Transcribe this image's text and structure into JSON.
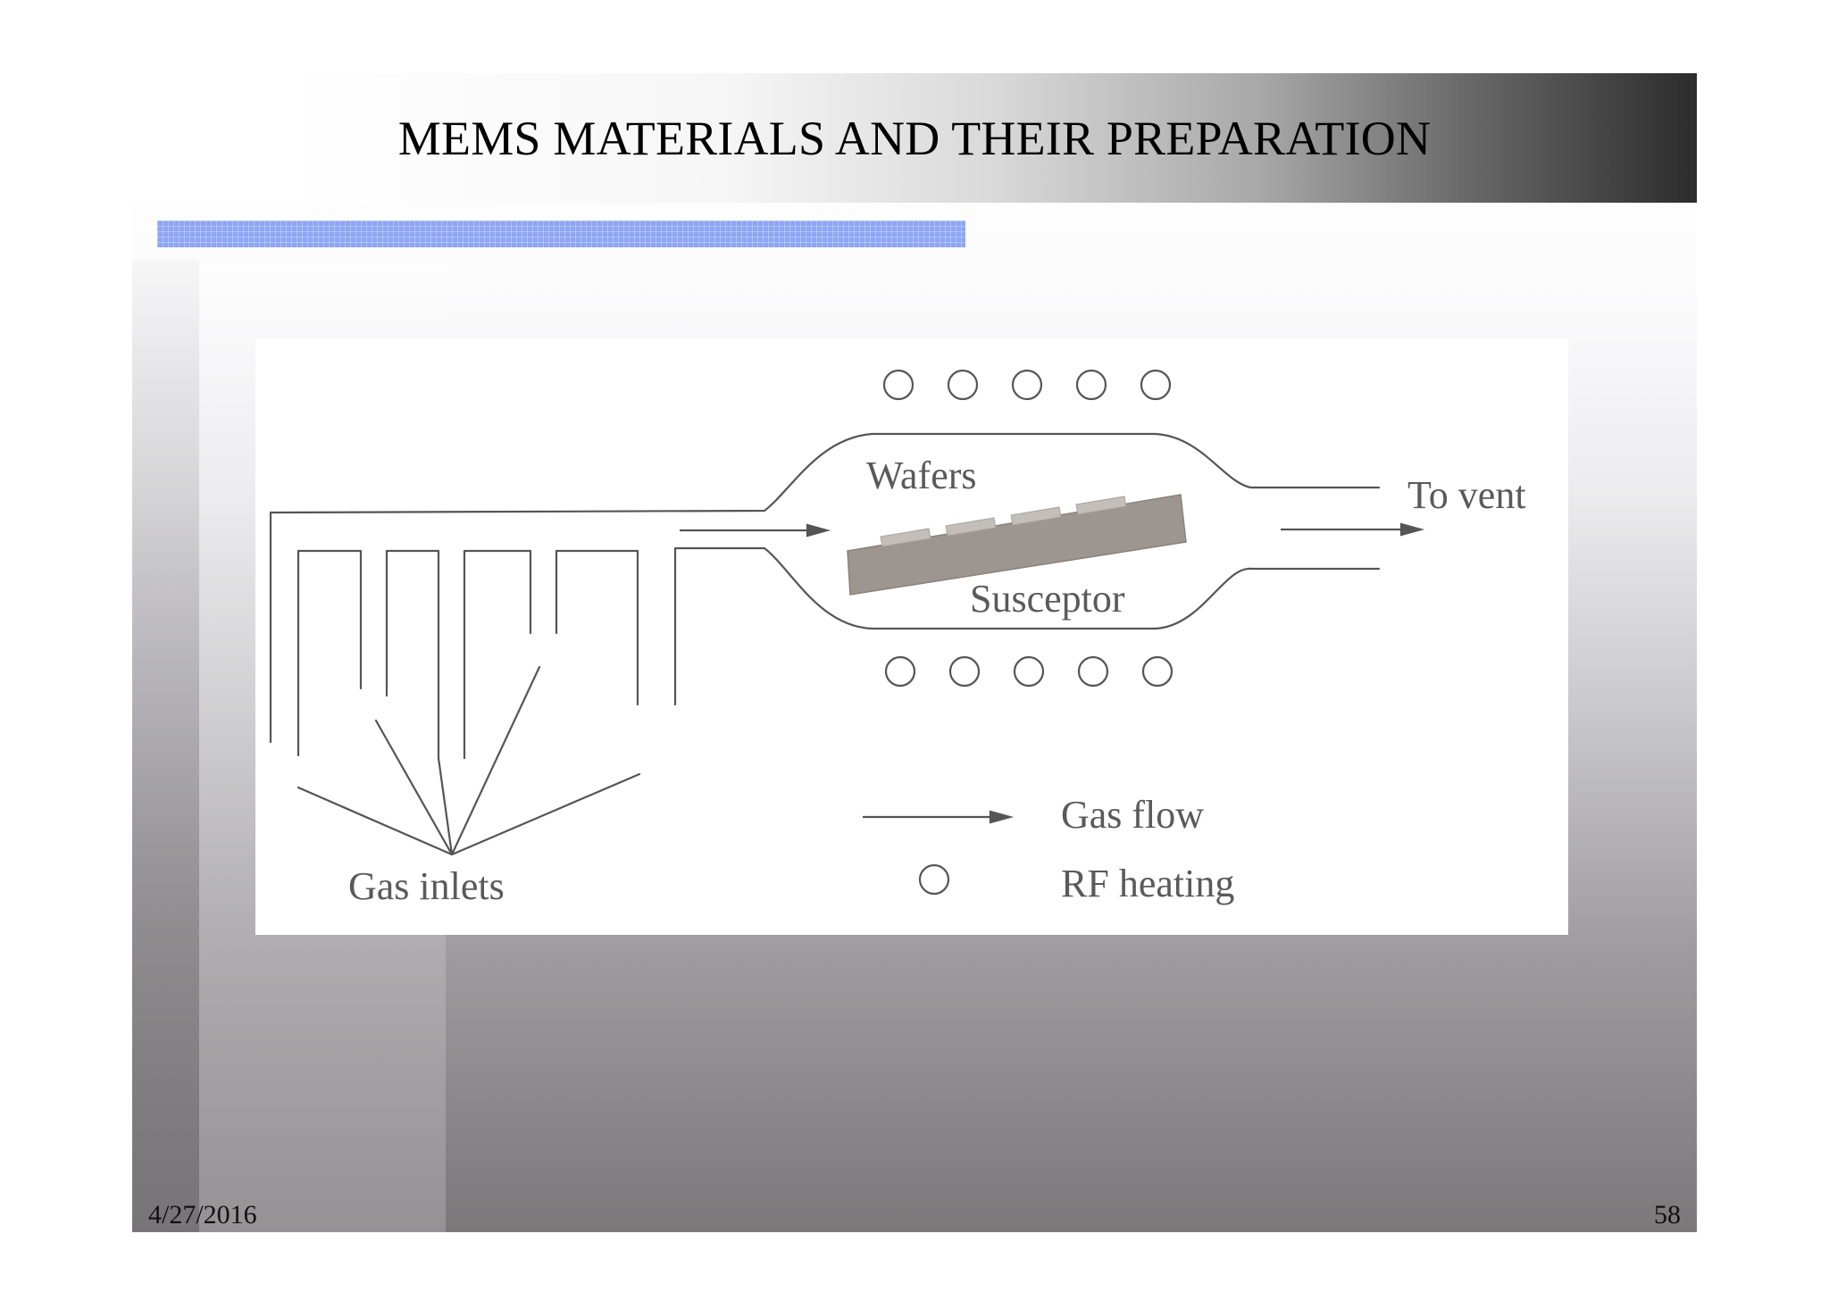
{
  "slide": {
    "title": "MEMS MATERIALS AND THEIR PREPARATION",
    "date": "4/27/2016",
    "page_number": "58"
  },
  "diagram": {
    "labels": {
      "wafers": "Wafers",
      "to_vent": "To vent",
      "susceptor": "Susceptor",
      "gas_inlets": "Gas inlets"
    },
    "legend": {
      "gas_flow": "Gas flow",
      "rf_heating": "RF heating"
    },
    "rf_coils_top_count": 5,
    "rf_coils_bottom_count": 5,
    "wafer_count": 4
  },
  "colors": {
    "accent_bar": "#8ea6f2",
    "line": "#555555",
    "susceptor": "#9d958f",
    "wafer": "#c3beba"
  }
}
